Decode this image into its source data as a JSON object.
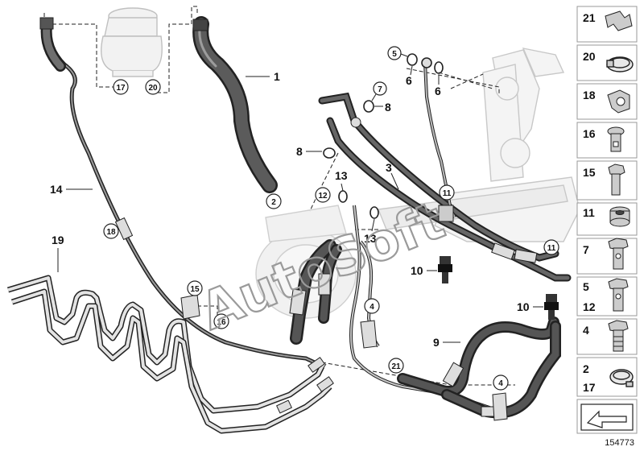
{
  "watermark": "AutoSoft",
  "diagram_id": "154773",
  "callouts": {
    "c1": "1",
    "c3": "3",
    "c5": "5",
    "c6a": "6",
    "c6b": "6",
    "c7": "7",
    "c8a": "8",
    "c8b": "8",
    "c9": "9",
    "c10a": "10",
    "c10b": "10",
    "c13a": "13",
    "c13b": "13",
    "c14": "14",
    "c19": "19"
  },
  "circled": {
    "r17": "17",
    "r20": "20",
    "r2": "2",
    "r18": "18",
    "r15": "15",
    "r16": "16",
    "r11a": "11",
    "r11b": "11",
    "r12": "12",
    "r4a": "4",
    "r4b": "4",
    "r21": "21"
  },
  "parts_legend": [
    {
      "num": "21",
      "icon": "hose-clip-icon"
    },
    {
      "num": "20",
      "icon": "hose-clamp-icon"
    },
    {
      "num": "18",
      "icon": "bracket-clip-icon"
    },
    {
      "num": "16",
      "icon": "hollow-bolt-icon"
    },
    {
      "num": "15",
      "icon": "hex-bolt-icon"
    },
    {
      "num": "11",
      "icon": "grommet-icon"
    },
    {
      "num": "7",
      "icon": "banjo-bolt-icon"
    },
    {
      "num": "5",
      "num2": "12",
      "icon": "banjo-bolt-icon"
    },
    {
      "num": "4",
      "icon": "hex-bolt-icon"
    },
    {
      "num": "2",
      "num2": "17",
      "icon": "hose-clamp-icon"
    },
    {
      "num": "",
      "icon": "arrow-icon"
    }
  ]
}
